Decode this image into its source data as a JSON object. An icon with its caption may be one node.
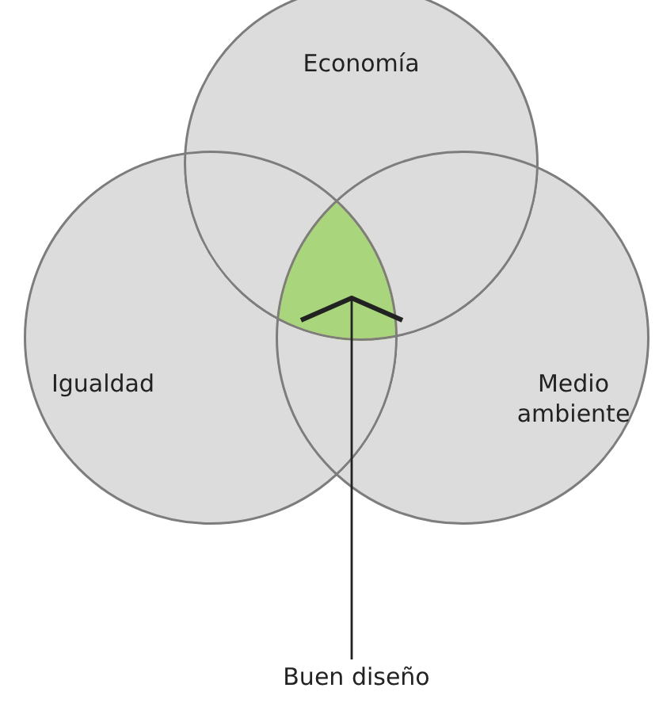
{
  "diagram": {
    "nodes": [
      {
        "text": [
          "Economía"
        ]
      },
      {
        "text": [
          "Igualdad"
        ]
      },
      {
        "text": [
          "Medio ambiente"
        ]
      },
      {
        "text": [],
        "shape": "triangle"
      },
      {
        "text": [
          "Buen diseño"
        ]
      }
    ],
    "edges": [
      {
        "from": 4,
        "to": 3,
        "arrow": "to"
      }
    ]
  }
}
